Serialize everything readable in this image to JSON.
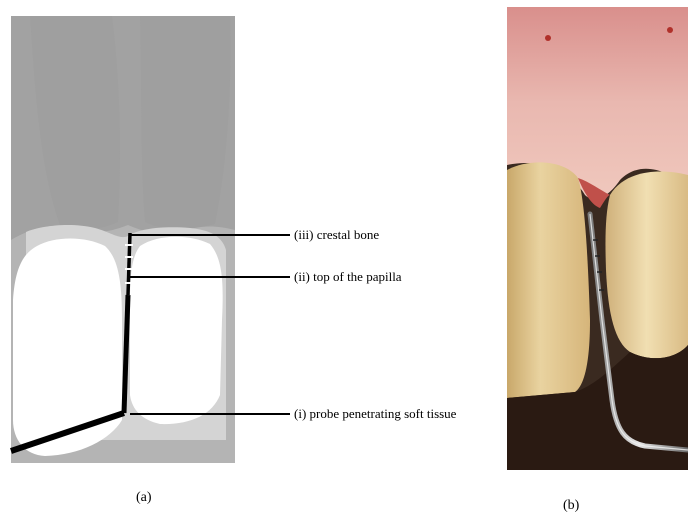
{
  "panel_a": {
    "caption": "(a)",
    "labels": {
      "crestal_bone": "(iii) crestal bone",
      "top_papilla": "(ii) top of the papilla",
      "probe_soft_tissue": "(i) probe penetrating soft tissue"
    }
  },
  "panel_b": {
    "caption": "(b)"
  }
}
